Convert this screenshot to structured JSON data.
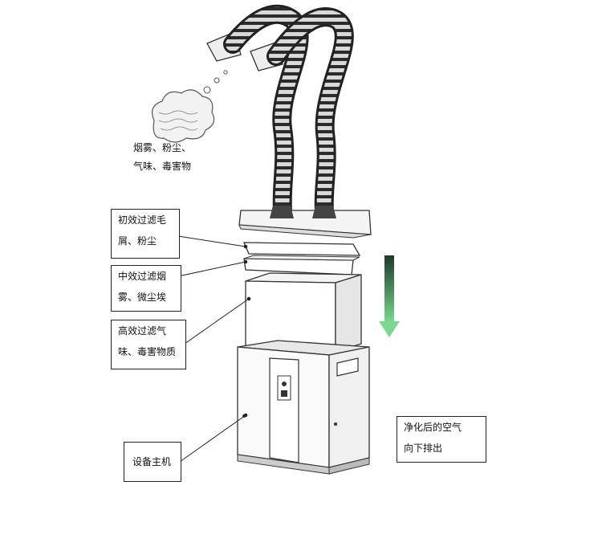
{
  "labels": {
    "smoke": [
      "烟雾、粉尘、",
      "气味、毒害物"
    ],
    "primary_filter": [
      "初效过滤毛",
      "屑、粉尘"
    ],
    "medium_filter": [
      "中效过滤烟",
      "雾、微尘埃"
    ],
    "high_filter": [
      "高效过滤气",
      "味、毒害物质"
    ],
    "main_unit": "设备主机",
    "clean_air": [
      "净化后的空气",
      "向下排出"
    ]
  },
  "colors": {
    "airflow_arrow_top": "#1f3b2a",
    "airflow_arrow_bottom": "#7bd88f",
    "line": "#222222"
  }
}
